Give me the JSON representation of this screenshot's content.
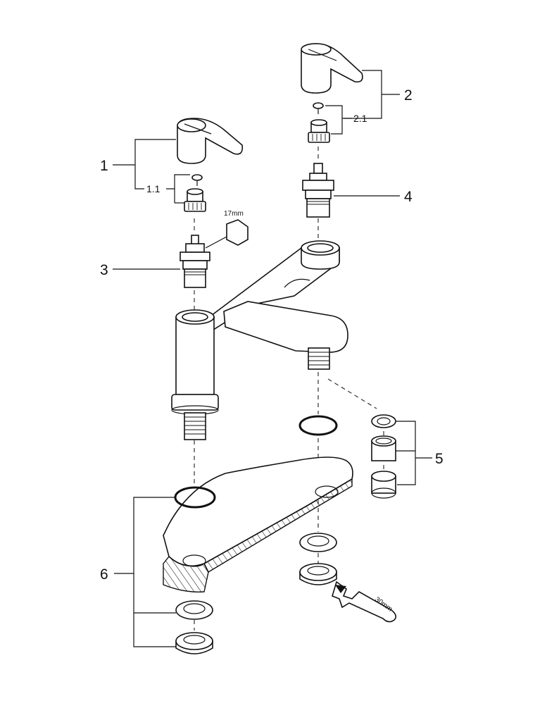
{
  "labels": {
    "p1": "1",
    "p1_1": "1.1",
    "p2": "2",
    "p2_1": "2.1",
    "p3": "3",
    "p4": "4",
    "p5": "5",
    "p6": "6"
  },
  "tools": {
    "hex_size": "17mm",
    "wrench_size": "30mm"
  }
}
